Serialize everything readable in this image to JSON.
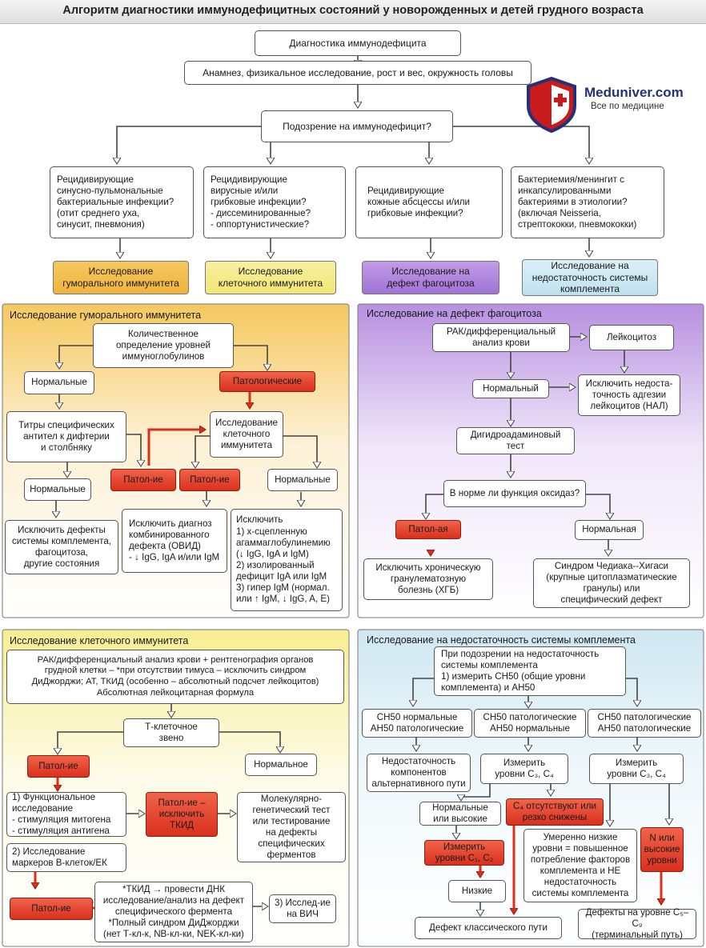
{
  "title": "Алгоритм диагностики иммунодефицитных состояний у новорожденных и детей грудного возраста",
  "logo": {
    "name": "Meduniver.com",
    "tagline": "Все по медицине"
  },
  "top": {
    "start": "Диагностика иммунодефицита",
    "history": "Анамнез, физикальное исследование, рост и вес, окружность головы",
    "suspicion": "Подозрение на иммунодефицит?"
  },
  "branches": [
    {
      "q": "Рецидивирующие\nсинусно-пульмональные\nбактериальные инфекции?\n(отит среднего уха,\nсинусит, пневмония)",
      "a": "Исследование\nгуморального иммунитета",
      "color": "#f5c85f"
    },
    {
      "q": "Рецидивирующие\nвирусные и/или\nгрибковые инфекции?\n- диссеминированные?\n- оппортунистические?",
      "a": "Исследование\nклеточного иммунитета",
      "color": "#f7ef9a"
    },
    {
      "q": "Рецидивирующие\nкожные абсцессы и/или\nгрибковые инфекции?",
      "a": "Исследование на\nдефект фагоцитоза",
      "color": "#b48ee0"
    },
    {
      "q": "Бактериемия/менингит с\nинкапсулированными\nбактериями в этиологии?\n(включая Neisseria,\nстрептококки, пневмококки)",
      "a": "Исследование на\nнедостаточность системы\nкомплемента",
      "color": "#d7eef6"
    }
  ],
  "humoral": {
    "title": "Исследование гуморального иммунитета",
    "quant": "Количественное\nопределение уровней\nиммуноглобулинов",
    "normal1": "Нормальные",
    "patho1": "Патологические",
    "titers": "Титры специфических\nантител к дифтерии\nи столбняку",
    "cellular": "Исследование\nклеточного\nиммунитета",
    "patol_a": "Патол-ие",
    "patol_b": "Патол-ие",
    "normal2": "Нормальные",
    "normal3": "Нормальные",
    "exclude1": "Исключить дефекты\nсистемы комплемента,\nфагоцитоза,\nдругие состояния",
    "exclude2": "Исключить диагноз\nкомбинированного\nдефекта (ОВИД)\n- ↓ IgG, IgA и/или IgM",
    "exclude3": "Исключить\n1) х-сцепленную\nагаммаглобулинемию\n(↓ IgG, IgA и IgM)\n2) изолированный\nдефицит IgA или IgM\n3) гипер IgM (нормал.\nили ↑ IgM, ↓ IgG, A, E)"
  },
  "phago": {
    "title": "Исследование на дефект фагоцитоза",
    "cbc": "РАК/дифференциальный\nанализ крови",
    "leuko": "Лейкоцитоз",
    "normal": "Нормальный",
    "lad": "Исключить недоста-\nточность адгезии\nлейкоцитов (НАЛ)",
    "dhr": "Дигидроадаминовый\nтест",
    "oxidase": "В норме ли функция оксидаз?",
    "patol": "Патол-ая",
    "normal2": "Нормальная",
    "cgd": "Исключить хроническую\nгранулематозную\nболезнь (ХГБ)",
    "chediak": "Синдром Чедиака--Хигаси\n(крупные цитоплазматические\nгранулы) или\nспецифический дефект"
  },
  "cell": {
    "title": "Исследование клеточного иммунитета",
    "cbc": "РАК/дифференциальный анализ крови + рентгенография органов\nгрудной клетки – *при отсутствии тимуса – исключить синдром\nДиДжорджи; АТ, ТКИД (особенно – абсолютный подсчет лейкоцитов)\nАбсолютная лейкоцитарная формула",
    "tcell": "Т-клеточное\nзвено",
    "patol1": "Патол-ие",
    "normal": "Нормальное",
    "func": "1) Функциональное\nисследование\n- стимуляция митогена\n- стимуляция антигена",
    "scid": "Патол-ие –\nисключить\nТКИД",
    "molgen": "Молекулярно-\nгенетический тест\nили тестирование\nна дефекты\nспецифических\nферментов",
    "markers": "2) Исследование\nмаркеров В-клеток/ЕК",
    "patol2": "Патол-ие",
    "dna": "*ТКИД → провести ДНК\nисследование/анализ на дефект\nспецифического фермента\n*Полный синдром ДиДжорджи\n(нет Т-кл-к, NB-кл-ки, NEK-кл-ки)",
    "hiv": "3) Исслед-ие\nна ВИЧ"
  },
  "compl": {
    "title": "Исследование на недостаточность системы комплемента",
    "start": "При подозрении на недостаточность\nсистемы комплемента\n1) измерить CH50 (общие уровни\nкомплемента) и AH50",
    "c1": "CH50 нормальные\nAH50 патологические",
    "c2": "CH50 патологические\nAH50 нормальные",
    "c3": "CH50 патологические\nAH50 патологические",
    "alt": "Недостаточность\nкомпонентов\nальтернативного пути",
    "measure1": "Измерить\nуровни C₃, C₄",
    "measure2": "Измерить\nуровни C₃, C₄",
    "nh": "Нормальные\nили высокие",
    "c4abs": "C₄ отсутствуют или\nрезко снижены",
    "measure_c1c2": "Измерить\nуровни C₁, C₂",
    "moderate": "Умеренно низкие\nуровни = повышенное\nпотребление факторов\nкомплемента и НЕ\nнедостаточность\nсистемы комплемента",
    "nhigh": "N или\nвысокие\nуровни",
    "low": "Низкие",
    "classic": "Дефект классического пути",
    "terminal": "Дефекты на уровне C₅–C₉\n(терминальный путь)"
  }
}
